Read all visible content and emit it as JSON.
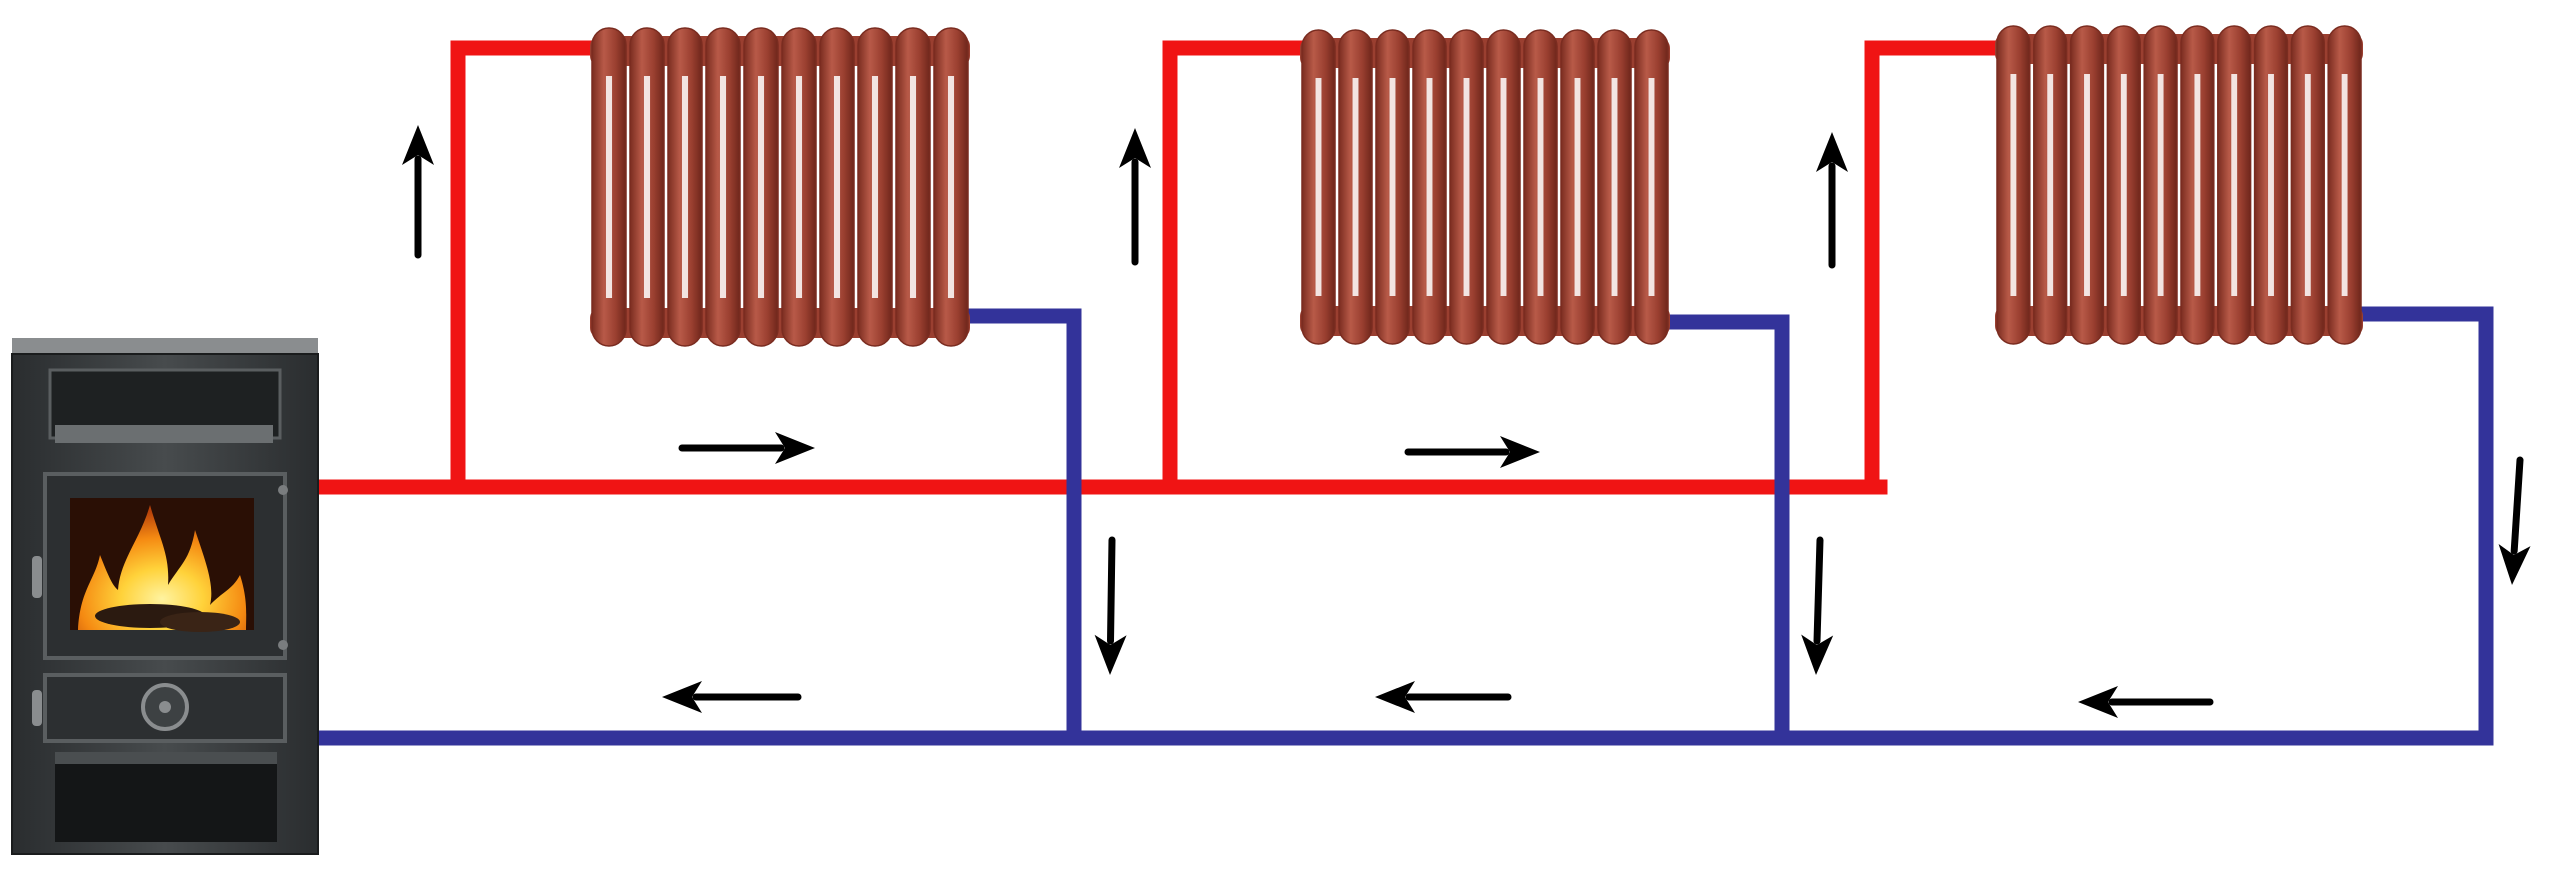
{
  "colors": {
    "supply_pipe": "#f01414",
    "return_pipe": "#33339a",
    "radiator_body": "#9a3f30",
    "radiator_shade": "#7a2c20",
    "radiator_highlight": "#b85a48",
    "stove_body": "#3d4143",
    "stove_dark": "#1e2122",
    "fire_orange": "#f58a12",
    "fire_yellow": "#ffd23a",
    "arrow": "#000000",
    "background": "#ffffff"
  },
  "components": {
    "boiler": {
      "kind": "wood-burning stove",
      "icon": "stove-icon"
    },
    "radiators": [
      {
        "id": "radiator-1",
        "sections": 10,
        "icon": "radiator-icon"
      },
      {
        "id": "radiator-2",
        "sections": 10,
        "icon": "radiator-icon"
      },
      {
        "id": "radiator-3",
        "sections": 10,
        "icon": "radiator-icon"
      }
    ]
  },
  "flow_arrows": [
    {
      "id": "riser-1",
      "direction": "up"
    },
    {
      "id": "riser-2",
      "direction": "up"
    },
    {
      "id": "riser-3",
      "direction": "up"
    },
    {
      "id": "supply-main-1",
      "direction": "right"
    },
    {
      "id": "supply-main-2",
      "direction": "right"
    },
    {
      "id": "return-drop-1",
      "direction": "down"
    },
    {
      "id": "return-drop-2",
      "direction": "down"
    },
    {
      "id": "return-drop-3",
      "direction": "down"
    },
    {
      "id": "return-main-1",
      "direction": "left"
    },
    {
      "id": "return-main-2",
      "direction": "left"
    },
    {
      "id": "return-main-3",
      "direction": "left"
    }
  ]
}
